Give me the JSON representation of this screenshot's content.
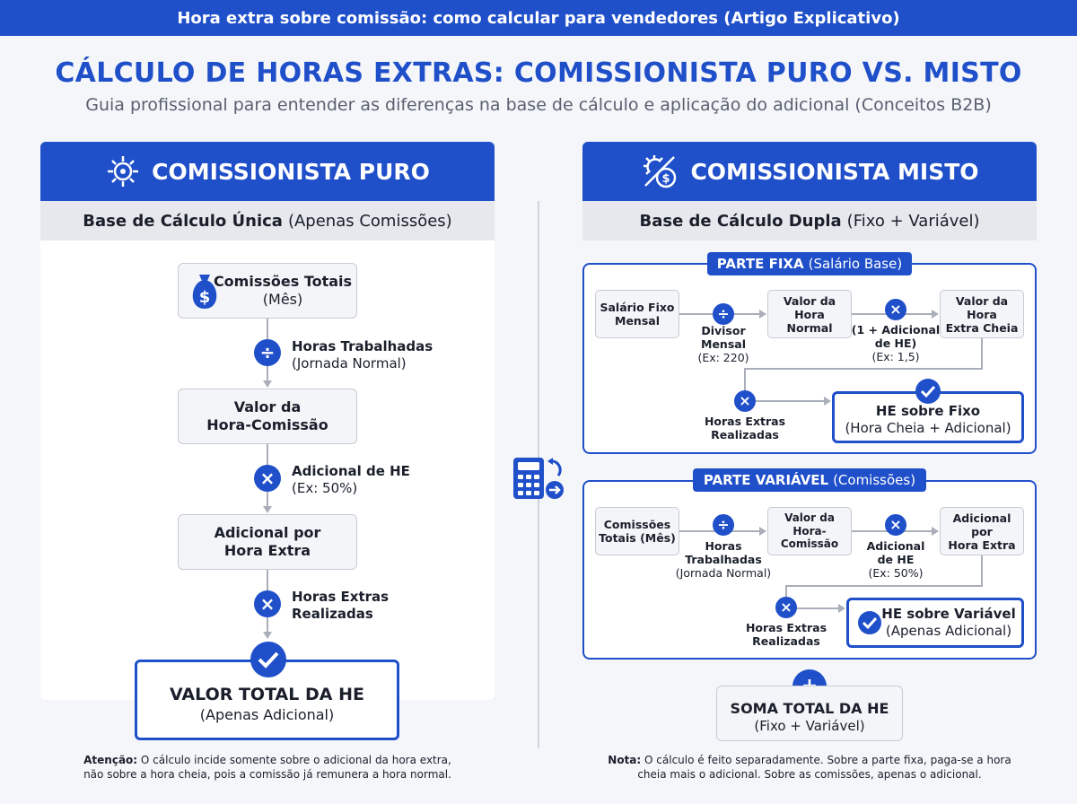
{
  "header": {
    "topbar": "Hora extra sobre comissão: como calcular para vendedores (Artigo Explicativo)",
    "title": "CÁLCULO DE HORAS EXTRAS: COMISSIONISTA PURO VS. MISTO",
    "subtitle": "Guia profissional para entender as diferenças na base de cálculo e aplicação do adicional (Conceitos B2B)"
  },
  "left": {
    "title": "COMISSIONISTA PURO",
    "base_bold": "Base de Cálculo Única",
    "base_rest": "(Apenas Comissões)",
    "box1_b": "Comissões Totais",
    "box1_r": "(Mês)",
    "op1": "÷",
    "op1_b": "Horas Trabalhadas",
    "op1_r": "(Jornada Normal)",
    "box2": "Valor da",
    "box2_2": "Hora-Comissão",
    "op2": "×",
    "op2_b": "Adicional de HE",
    "op2_r": "(Ex: 50%)",
    "box3": "Adicional por",
    "box3_2": "Hora Extra",
    "op3": "×",
    "op3_b": "Horas Extras",
    "op3_b2": "Realizadas",
    "final_b": "VALOR TOTAL DA HE",
    "final_r": "(Apenas Adicional)",
    "note_b": "Atenção:",
    "note_1": "O cálculo incide somente sobre o adicional da hora extra,",
    "note_2": "não sobre a hora cheia, pois a comissão já remunera a hora normal."
  },
  "right": {
    "title": "COMISSIONISTA MISTO",
    "base_bold": "Base de Cálculo Dupla",
    "base_rest": "(Fixo + Variável)",
    "fixa": {
      "tag_b": "PARTE FIXA",
      "tag_r": "(Salário Base)",
      "b1": "Salário Fixo",
      "b1_2": "Mensal",
      "op1": "÷",
      "op1_b": "Divisor",
      "op1_b2": "Mensal",
      "op1_r": "(Ex: 220)",
      "b2": "Valor da Hora",
      "b2_2": "Normal",
      "op2": "×",
      "op2_b": "(1 + Adicional",
      "op2_b2": "de HE)",
      "op2_r": "(Ex: 1,5)",
      "b3": "Valor da Hora",
      "b3_2": "Extra Cheia",
      "op3": "×",
      "op3_b": "Horas Extras",
      "op3_b2": "Realizadas",
      "res_b": "HE sobre Fixo",
      "res_r": "(Hora Cheia + Adicional)"
    },
    "variavel": {
      "tag_b": "PARTE VARIÁVEL",
      "tag_r": "(Comissões)",
      "b1": "Comissões",
      "b1_2": "Totais (Mês)",
      "op1": "÷",
      "op1_b": "Horas",
      "op1_b2": "Trabalhadas",
      "op1_r": "(Jornada Normal)",
      "b2": "Valor da",
      "b2_2": "Hora-Comissão",
      "op2": "×",
      "op2_b": "Adicional",
      "op2_b2": "de HE",
      "op2_r": "(Ex: 50%)",
      "b3": "Adicional por",
      "b3_2": "Hora Extra",
      "op3": "×",
      "op3_b": "Horas Extras",
      "op3_b2": "Realizadas",
      "res_b": "HE sobre Variável",
      "res_r": "(Apenas Adicional)"
    },
    "plus": "+",
    "sum_b": "SOMA TOTAL DA HE",
    "sum_r": "(Fixo + Variável)",
    "note_b": "Nota:",
    "note_1": "O cálculo é feito separadamente. Sobre a parte fixa, paga-se a hora",
    "note_2": "cheia mais o adicional. Sobre as comissões, apenas o adicional."
  },
  "colors": {
    "accent": "#1f4fc9",
    "panel_sub": "#e6e8ed",
    "box": "#f4f5f8"
  }
}
